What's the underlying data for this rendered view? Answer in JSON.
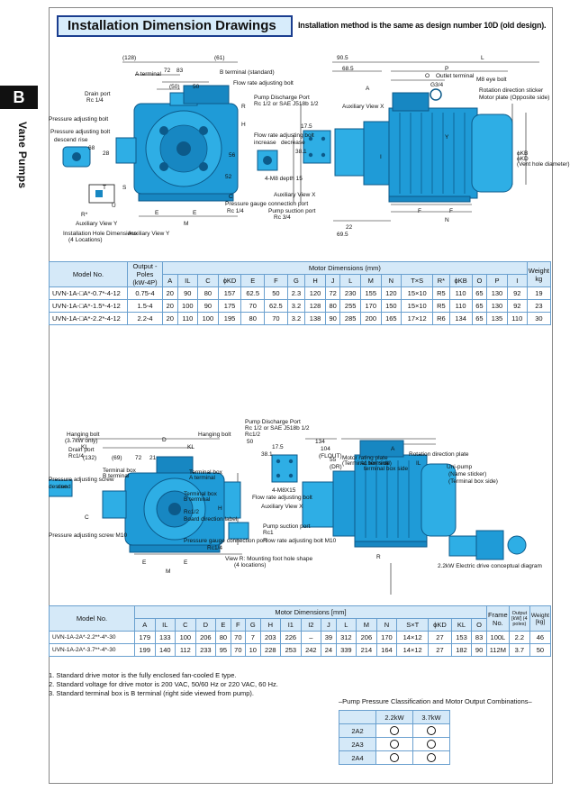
{
  "header": {
    "title": "Installation Dimension Drawings",
    "subtitle": "Installation method is the same as design number 10D (old design)."
  },
  "side": {
    "tab": "B",
    "label": "Vane Pumps"
  },
  "drawing1": {
    "labels": [
      "(128)",
      "(61)",
      "72",
      "83",
      "(50)",
      "50",
      "B terminal (standard)",
      "A terminal",
      "Flow rate adjusting bolt",
      "Drain port",
      "Rc 1/4",
      "Pump Discharge Port",
      "Rc 1/2 or SAE J518b 1/2",
      "Pressure adjusting bolt",
      "Pressure adjusting bolt",
      "descend",
      "rise",
      "68",
      "28",
      "56",
      "52",
      "C",
      "H",
      "R",
      "R*",
      "U",
      "S",
      "T",
      "E",
      "E",
      "M",
      "Pressure gauge connection port",
      "Rc 1/4",
      "Auxiliary View Y",
      "Installation Hole Dimensions",
      "(4 Locations)",
      "Auxiliary View Y",
      "Flow rate adjusting bolt",
      "increase",
      "decrease",
      "17.5",
      "38.1",
      "4-M8 depth 15",
      "Auxiliary View X",
      "Pump suction port",
      "Rc 3/4",
      "90.5",
      "68.5",
      "L",
      "P",
      "O",
      "G3/4",
      "Outlet terminal",
      "M8 eye bolt",
      "Rotation direction sticker",
      "Motor plate (Opposite side)",
      "Auxiliary View X",
      "A",
      "I",
      "Y",
      "ϕKB",
      "ϕKD",
      "(Vent hole diameter)",
      "F",
      "F",
      "N",
      "22",
      "69.5"
    ]
  },
  "table1": {
    "headers": {
      "model": "Model No.",
      "output": "Output - Poles (kW-4P)",
      "motor_dims": "Motor Dimensions (mm)",
      "weight": "Weight kg"
    },
    "cols": [
      "A",
      "IL",
      "C",
      "ϕKD",
      "E",
      "F",
      "G",
      "H",
      "J",
      "L",
      "M",
      "N",
      "T×S",
      "R*",
      "ϕKB",
      "O",
      "P",
      "I"
    ],
    "rows": [
      {
        "model": "UVN-1A-□A*-0.7*-4-12",
        "output": "0.75-4",
        "values": [
          "20",
          "90",
          "80",
          "157",
          "62.5",
          "50",
          "2.3",
          "120",
          "72",
          "230",
          "155",
          "120",
          "15×10",
          "R5",
          "110",
          "65",
          "130",
          "92"
        ],
        "weight": "19"
      },
      {
        "model": "UVN-1A-□A*-1.5*-4-12",
        "output": "1.5-4",
        "values": [
          "20",
          "100",
          "90",
          "175",
          "70",
          "62.5",
          "3.2",
          "128",
          "80",
          "255",
          "170",
          "150",
          "15×10",
          "R5",
          "110",
          "65",
          "130",
          "92"
        ],
        "weight": "23"
      },
      {
        "model": "UVN-1A-□A*-2.2*-4-12",
        "output": "2.2-4",
        "values": [
          "20",
          "110",
          "100",
          "195",
          "80",
          "70",
          "3.2",
          "138",
          "90",
          "285",
          "200",
          "165",
          "17×12",
          "R6",
          "134",
          "65",
          "135",
          "110"
        ],
        "weight": "30"
      }
    ]
  },
  "drawing2": {
    "labels": [
      "Hanging bolt",
      "(3.7kW only)",
      "Drain port",
      "Rc1/4",
      "Hanging bolt",
      "KL",
      "(132)",
      "(69)",
      "72",
      "D",
      "21",
      "KL",
      "Terminal box",
      "B terminal",
      "Terminal box",
      "A terminal",
      "Pressure adjusting screw",
      "descend",
      "rise",
      "Pressure adjusting screw M10",
      "Terminal box",
      "B terminal",
      "Rc1/2",
      "Board direction label",
      "Pressure gauge connection port",
      "Rc1/4",
      "C",
      "H",
      "E",
      "E",
      "M",
      "View R: Mounting foot hole shape",
      "(4 locations)",
      "Pump Discharge Port",
      "Rc 1/2 or SAE J518b 1/2",
      "Rc1/2",
      "50",
      "17.5",
      "38.1",
      "4-M8X15",
      "Flow rate adjusting bolt",
      "Auxiliary View X",
      "Pump suction port",
      "Rc1",
      "Flow rate adjusting bolt M10",
      "134",
      "104",
      "(FLOUT)",
      "55",
      "(DR)",
      "Motor rating plate",
      "(Terminal box side)",
      "A1 terminal",
      "terminal box side",
      "Rotation direction plate",
      "IL",
      "A",
      "R",
      "Uni-pump",
      "(Name sticker)",
      "(Terminal box side)",
      "2.2kW Electric drive conceptual diagram"
    ]
  },
  "table2": {
    "headers": {
      "model": "Model No.",
      "motor_dims": "Motor Dimensions [mm]",
      "frame": "Frame No.",
      "output": "Output [kW] (4 poles)",
      "weight": "Weight [kg]"
    },
    "cols": [
      "A",
      "IL",
      "C",
      "D",
      "E",
      "F",
      "G",
      "H",
      "I1",
      "I2",
      "J",
      "L",
      "M",
      "N",
      "S×T",
      "ϕKD",
      "KL",
      "O"
    ],
    "rows": [
      {
        "model": "UVN-1A-2A*-2.2**-4*-30",
        "values": [
          "179",
          "133",
          "100",
          "206",
          "80",
          "70",
          "7",
          "203",
          "226",
          "–",
          "39",
          "312",
          "206",
          "170",
          "14×12",
          "27",
          "153",
          "83"
        ],
        "frame": "100L",
        "output": "2.2",
        "weight": "46"
      },
      {
        "model": "UVN-1A-2A*-3.7**-4*-30",
        "values": [
          "199",
          "140",
          "112",
          "233",
          "95",
          "70",
          "10",
          "228",
          "253",
          "242",
          "24",
          "339",
          "214",
          "164",
          "14×12",
          "27",
          "182",
          "90"
        ],
        "frame": "112M",
        "output": "3.7",
        "weight": "50"
      }
    ]
  },
  "notes": [
    "1. Standard drive motor is the fully enclosed fan-cooled E type.",
    "2. Standard voltage for drive motor is 200 VAC, 50/60 Hz or 220 VAC, 60 Hz.",
    "3. Standard terminal box is B terminal (right side viewed from pump)."
  ],
  "combo": {
    "title": "–Pump Pressure Classification and Motor Output Combinations–",
    "cols": [
      "2.2kW",
      "3.7kW"
    ],
    "rows": [
      "2A2",
      "2A3",
      "2A4"
    ]
  },
  "colors": {
    "accent": "#1a3d8f",
    "header_bg": "#d5e9f8",
    "pump_blue": "#1f9bd7",
    "dark_blue": "#0c5a8a"
  }
}
